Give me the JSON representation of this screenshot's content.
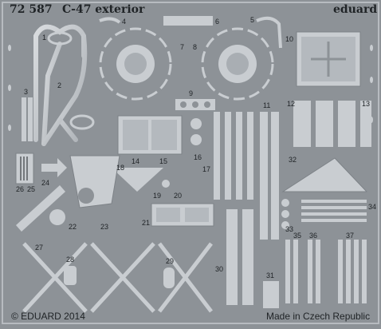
{
  "sheet": {
    "product_code": "72 587",
    "title": "C-47 exterior",
    "brand": "eduard",
    "copyright": "© EDUARD 2014",
    "origin": "Made in Czech Republic",
    "part_numbers": [
      "1",
      "2",
      "3",
      "4",
      "5",
      "6",
      "7",
      "8",
      "9",
      "10",
      "11",
      "12",
      "13",
      "14",
      "15",
      "16",
      "17",
      "18",
      "19",
      "20",
      "21",
      "22",
      "23",
      "24",
      "25",
      "26",
      "27",
      "28",
      "29",
      "30",
      "31",
      "32",
      "33",
      "34",
      "35",
      "36",
      "37"
    ],
    "colors": {
      "sheet": "#8d9297",
      "part": "#c9cdd1",
      "part_shade": "#a8adb2",
      "ink": "#1f2326"
    }
  }
}
